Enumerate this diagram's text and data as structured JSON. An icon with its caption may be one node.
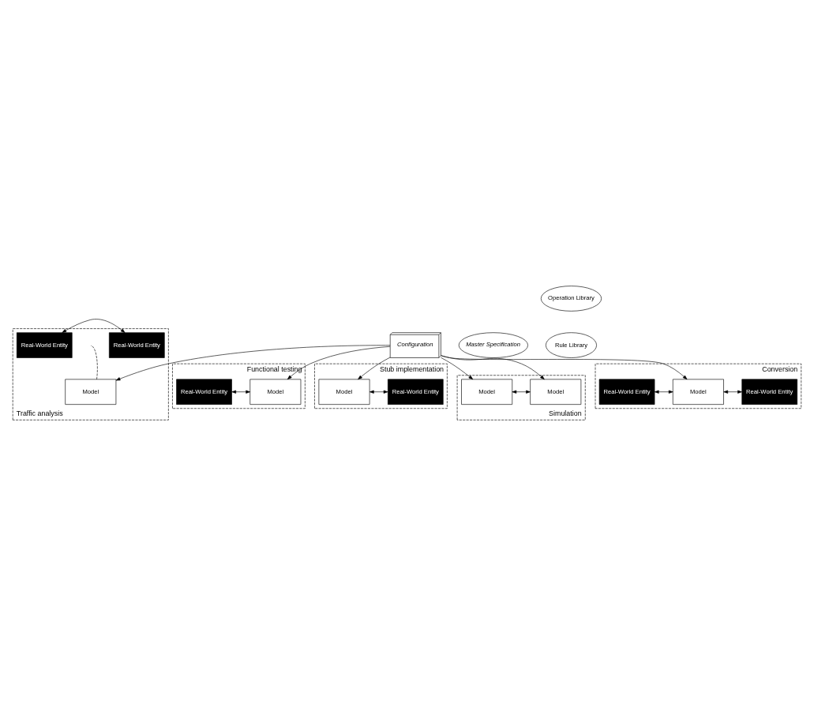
{
  "diagram": {
    "nodes": [
      {
        "text": [
          "Functional testing"
        ]
      },
      {
        "text": [
          "Real-World Entity"
        ],
        "in": 0
      },
      {
        "text": [
          "Model"
        ],
        "in": 0
      },
      {
        "text": [
          "Stub implementation"
        ]
      },
      {
        "text": [
          "Model"
        ],
        "in": 3
      },
      {
        "text": [
          "Real-World Entity"
        ],
        "in": 3
      },
      {
        "text": [
          "Master Specification"
        ]
      },
      {
        "text": [
          "Configuration"
        ]
      },
      {
        "text": [
          "Operation Library"
        ]
      },
      {
        "text": [
          "Rule Library"
        ]
      },
      {
        "text": [
          "Traffic analysis"
        ]
      },
      {
        "text": [
          "Real-World Entity"
        ],
        "in": 10
      },
      {
        "text": [
          "Real-World Entity"
        ],
        "in": 10
      },
      {
        "text": [
          "Model"
        ],
        "in": 10
      },
      {
        "text": [
          "Simulation"
        ]
      },
      {
        "text": [
          "Model"
        ],
        "in": 14
      },
      {
        "text": [
          "Model"
        ],
        "in": 14
      },
      {
        "text": [
          "Conversion"
        ]
      },
      {
        "text": [
          "Real-World Entity"
        ],
        "in": 17
      },
      {
        "text": [
          "Model"
        ],
        "in": 17
      },
      {
        "text": [
          "Real-World Entity"
        ],
        "in": 17
      }
    ],
    "edges": [
      {
        "from": 1,
        "to": 2,
        "arrow": "both"
      },
      {
        "from": 7,
        "to": 2,
        "arrow": "to"
      },
      {
        "from": 7,
        "to": 4,
        "arrow": "to"
      },
      {
        "from": 4,
        "to": 5,
        "arrow": "both"
      },
      {
        "from": 7,
        "to": 16,
        "arrow": "to"
      },
      {
        "from": 7,
        "to": 15,
        "arrow": "to"
      },
      {
        "from": 7,
        "to": 13,
        "arrow": "to"
      },
      {
        "from": 7,
        "to": 19,
        "arrow": "to"
      },
      {
        "from": 11,
        "to": 12,
        "arrow": "both"
      },
      {
        "from": 13,
        "to": null,
        "arrow": "none",
        "style": "dashed"
      },
      {
        "from": 15,
        "to": 16,
        "arrow": "both"
      },
      {
        "from": 18,
        "to": 19,
        "arrow": "both"
      },
      {
        "from": 19,
        "to": 20,
        "arrow": "both"
      }
    ]
  }
}
